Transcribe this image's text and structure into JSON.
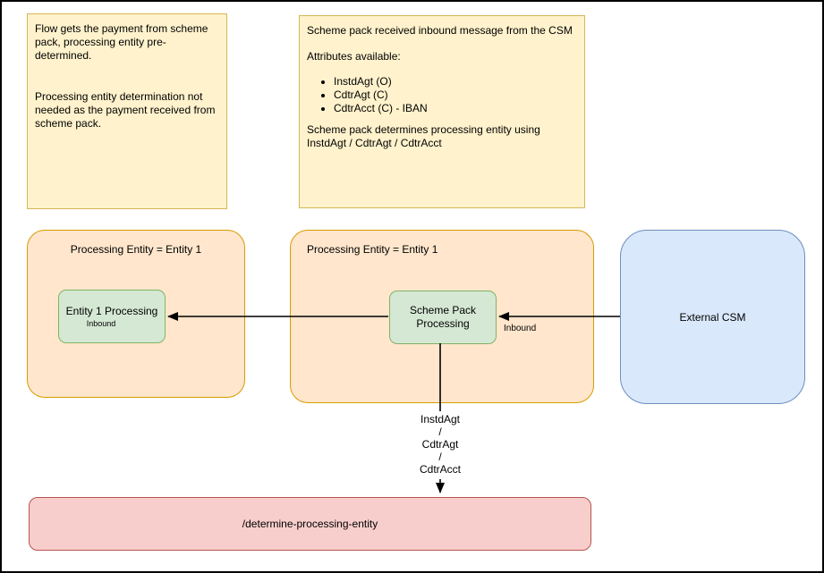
{
  "diagram": {
    "notes": {
      "note1": {
        "paragraph1": "Flow gets the payment from scheme pack, processing entity pre-determined.",
        "paragraph2": "Processing entity determination not needed as the payment received from scheme pack."
      },
      "note2": {
        "intro": "Scheme pack received inbound message from the CSM",
        "attributes_heading": "Attributes available:",
        "bullets": [
          "InstdAgt (O)",
          "CdtrAgt (C)",
          "CdtrAcct (C) - IBAN"
        ],
        "conclusion": "Scheme pack determines processing entity using InstdAgt / CdtrAgt / CdtrAcct"
      }
    },
    "containers": {
      "entity1_group": {
        "title": "Processing Entity = Entity 1"
      },
      "scheme_pack_group": {
        "title": "Processing Entity = Entity 1"
      }
    },
    "nodes": {
      "entity1_processing": {
        "label": "Entity 1 Processing",
        "sublabel": "Inbound"
      },
      "scheme_pack_processing": {
        "label": "Scheme Pack Processing"
      },
      "external_csm": {
        "label": "External CSM"
      },
      "determine_endpoint": {
        "label": "/determine-processing-entity"
      }
    },
    "edge_labels": {
      "inbound": "Inbound",
      "attributes": "InstdAgt\n/\nCdtrAgt\n/\nCdtrAcct"
    },
    "colors": {
      "note_fill": "#FFF2CC",
      "note_border": "#D6B656",
      "group_fill": "#FFE6CC",
      "group_border": "#D79B00",
      "process_fill": "#D5E8D4",
      "process_border": "#82B366",
      "external_fill": "#DAE8FC",
      "external_border": "#6C8EBF",
      "endpoint_fill": "#F8CECC",
      "endpoint_border": "#B85450",
      "arrow": "#000000"
    }
  }
}
